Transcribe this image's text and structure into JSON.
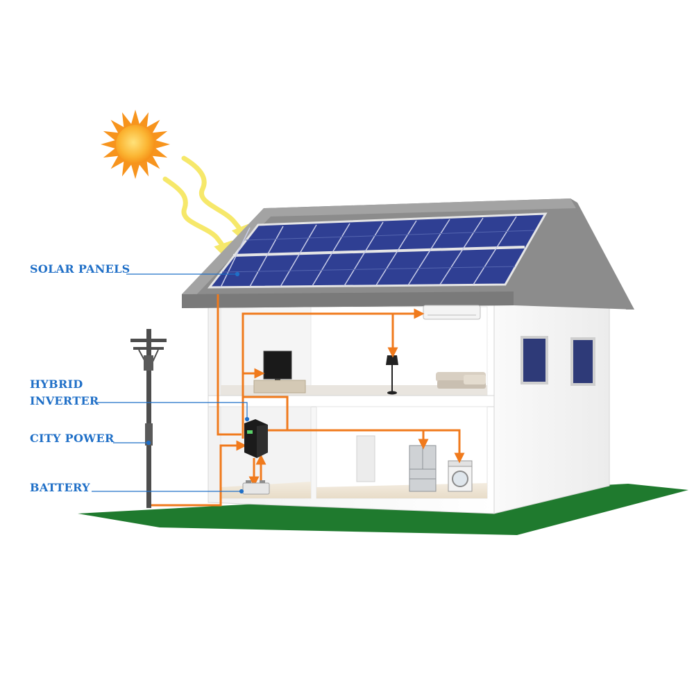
{
  "labels": {
    "solar_panels": "SOLAR PANELS",
    "hybrid_inverter_line1": "HYBRID",
    "hybrid_inverter_line2": "INVERTER",
    "city_power": "CITY POWER",
    "battery": "BATTERY"
  },
  "colors": {
    "label_blue": "#1f6fc7",
    "flow_orange": "#f07a1c",
    "grass_green": "#1f7a2e",
    "roof_gray": "#8c8c8c",
    "panel_blue": "#2f3f93",
    "sun_orange": "#f7941d",
    "ray_yellow": "#f6e86a"
  },
  "icons": [
    "sun-icon",
    "solar-panel-array",
    "utility-pole",
    "hybrid-inverter",
    "battery-bank",
    "air-conditioner",
    "television",
    "floor-lamp",
    "sofa",
    "refrigerator",
    "washing-machine"
  ]
}
